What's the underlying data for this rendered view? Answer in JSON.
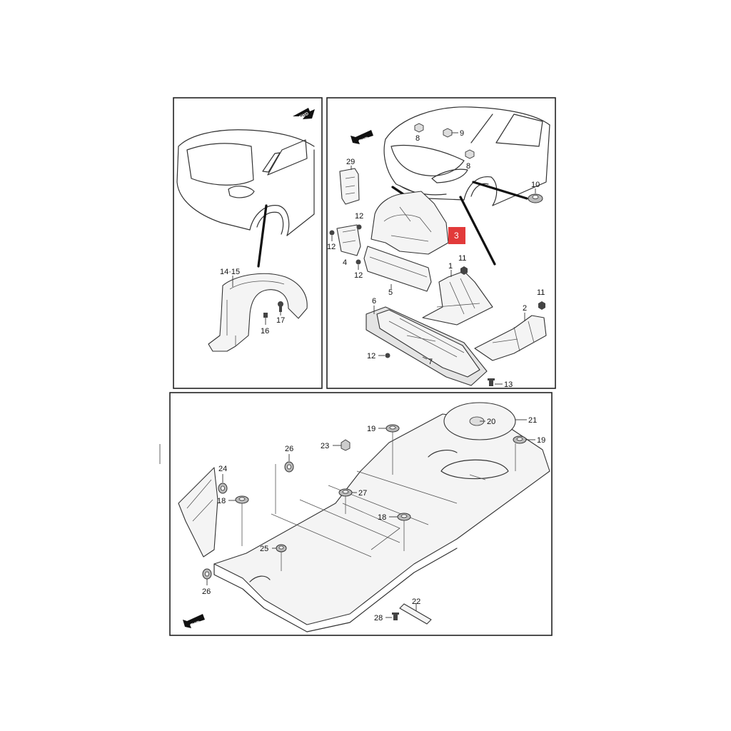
{
  "fwd_label": "FWD",
  "callouts": {
    "c1": "1",
    "c2": "2",
    "c4": "4",
    "c5": "5",
    "c6": "6",
    "c7": "7",
    "c8a": "8",
    "c8b": "8",
    "c9": "9",
    "c10": "10",
    "c11a": "11",
    "c11b": "11",
    "c12a": "12",
    "c12b": "12",
    "c12c": "12",
    "c12d": "12",
    "c13": "13",
    "c14_15": "14·15",
    "c16": "16",
    "c17": "17",
    "c18a": "18",
    "c18b": "18",
    "c19a": "19",
    "c19b": "19",
    "c20": "20",
    "c21": "21",
    "c22": "22",
    "c23": "23",
    "c24": "24",
    "c25": "25",
    "c26a": "26",
    "c26b": "26",
    "c27": "27",
    "c28": "28",
    "c29": "29"
  },
  "highlight": {
    "label": "3",
    "color": "#e23a3a"
  }
}
